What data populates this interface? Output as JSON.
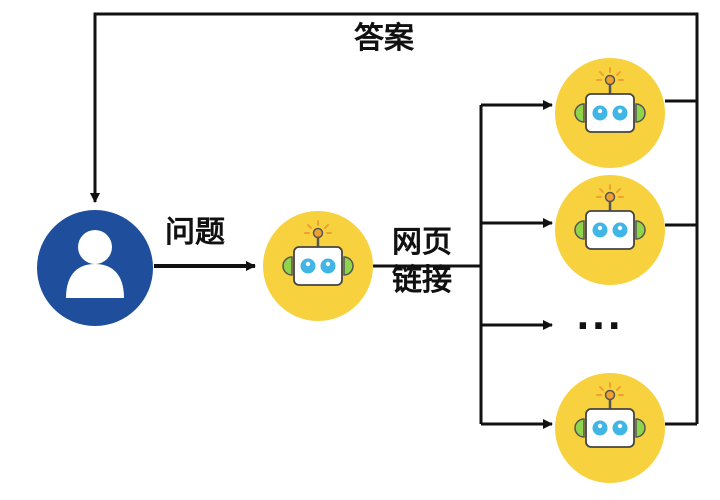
{
  "labels": {
    "answer": "答案",
    "question": "问题",
    "web_page_line1": "网页",
    "web_page_line2": "链接",
    "ellipsis": "..."
  },
  "colors": {
    "user_circle": "#1f4e9c",
    "agent_circle": "#f7d23e",
    "agent_eye": "#3fb6e6",
    "agent_ear": "#8fd44a",
    "agent_antenna": "#f0a030",
    "line": "#111111"
  },
  "icons": {
    "user": "user-icon",
    "agent": "robot-icon"
  }
}
